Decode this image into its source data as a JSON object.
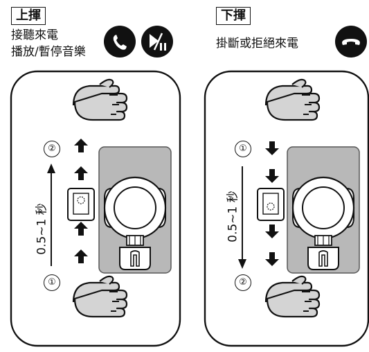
{
  "left_panel": {
    "title": "上揮",
    "description_lines": [
      "接聽來電",
      "播放/暫停音樂"
    ],
    "icons": [
      "phone-answer-icon",
      "play-pause-icon"
    ],
    "timing": "0.5~1 秒",
    "step_start": "①",
    "step_end": "②",
    "direction": "up"
  },
  "right_panel": {
    "title": "下揮",
    "description_lines": [
      "掛斷或拒絕來電"
    ],
    "icons": [
      "phone-hangup-icon"
    ],
    "timing": "0.5~1 秒",
    "step_start": "①",
    "step_end": "②",
    "direction": "down"
  },
  "colors": {
    "hand_fill": "#d4d4d4",
    "mount_bg": "#b8b8b8",
    "icon_bg": "#111111"
  }
}
